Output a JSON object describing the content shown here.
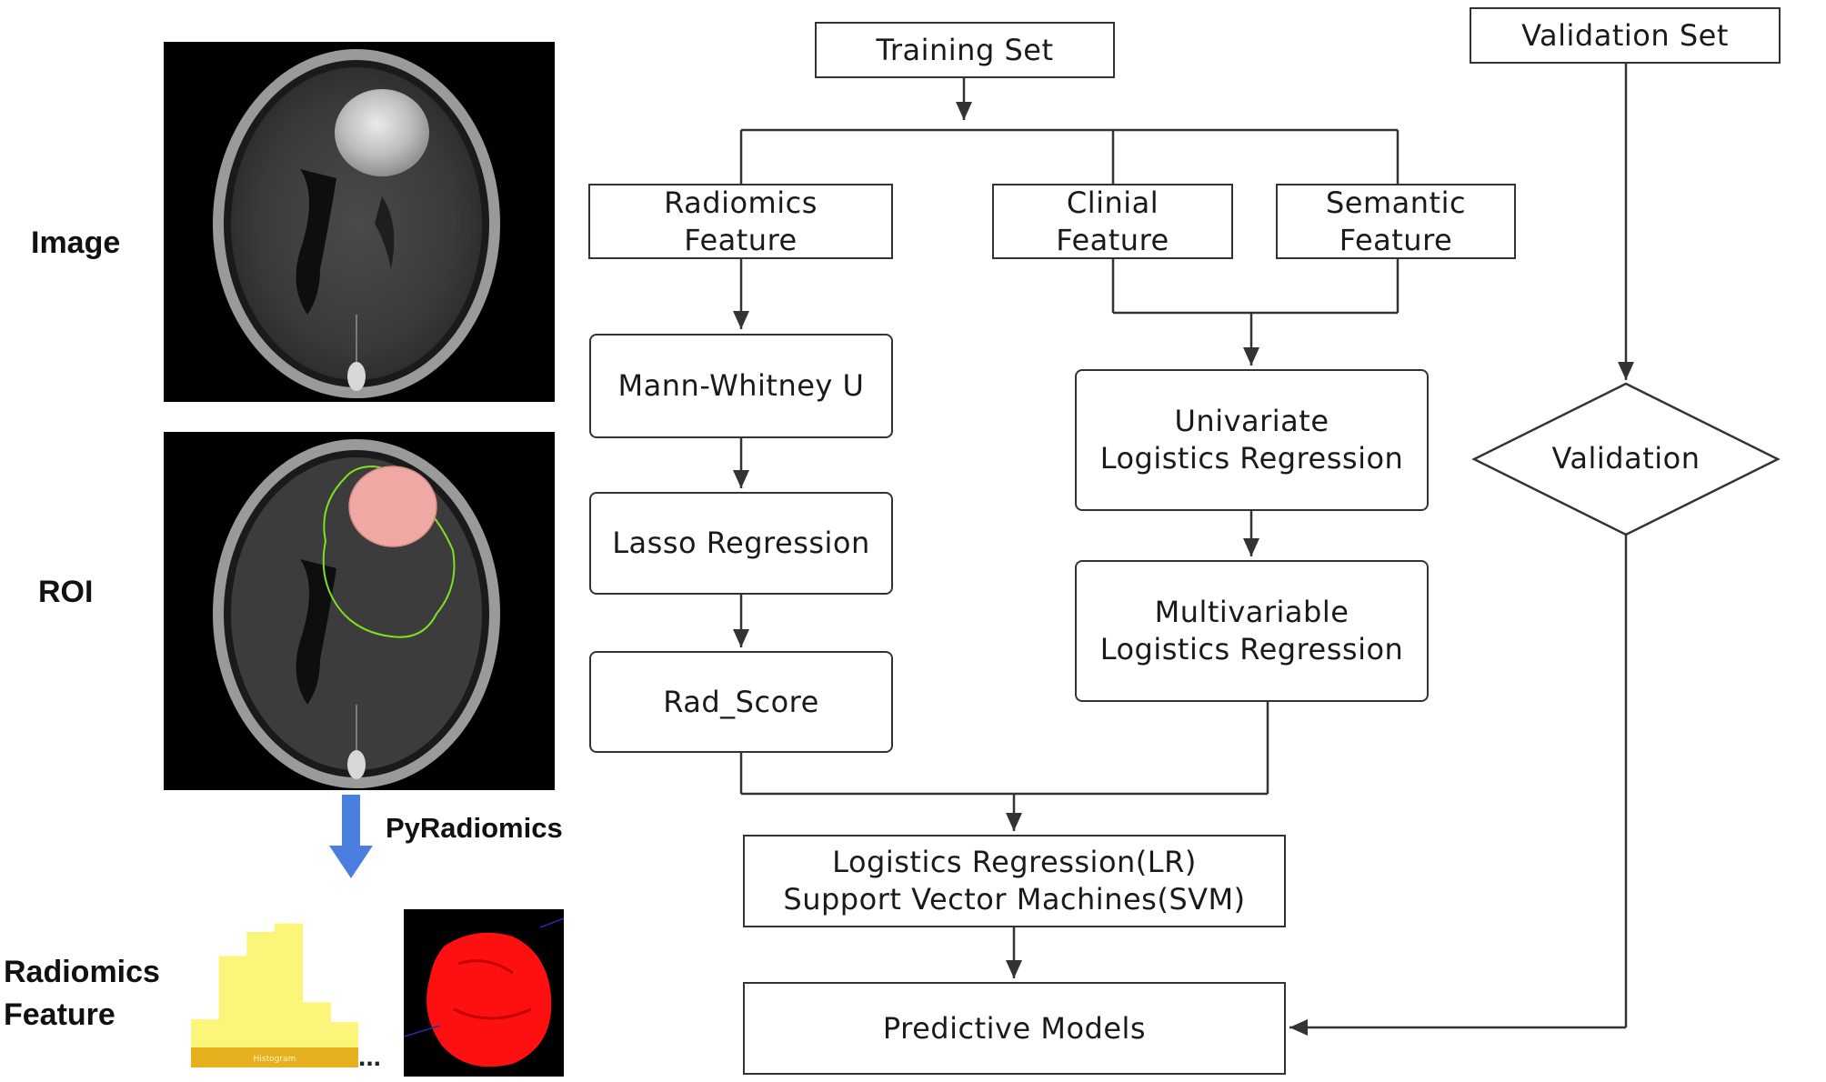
{
  "left_labels": {
    "image": "Image",
    "roi": "ROI",
    "pyradiomics": "PyRadiomics",
    "radiomics_feature_line1": "Radiomics",
    "radiomics_feature_line2": "Feature",
    "histogram_caption": "Histogram",
    "ellipsis": "..."
  },
  "flow": {
    "training_set": "Training Set",
    "validation_set": "Validation Set",
    "radiomics_feature": [
      "Radiomics",
      "Feature"
    ],
    "clinial_feature": [
      "Clinial",
      "Feature"
    ],
    "semantic_feature": [
      "Semantic",
      "Feature"
    ],
    "mann_whitney": "Mann-Whitney U",
    "lasso": "Lasso Regression",
    "rad_score": "Rad_Score",
    "univariate": [
      "Univariate",
      "Logistics Regression"
    ],
    "multivariable": [
      "Multivariable",
      "Logistics Regression"
    ],
    "validation": "Validation",
    "models": [
      "Logistics Regression(LR)",
      "Support Vector Machines(SVM)"
    ],
    "predictive_models": "Predictive Models"
  },
  "histogram_bars": [
    0.2,
    0.65,
    0.82,
    0.88,
    0.32,
    0.18
  ],
  "colors": {
    "histogram_bar": "#fbf57a",
    "histogram_base": "#e6b01e",
    "tumor_3d": "#ff1010",
    "down_arrow": "#4a7fe0",
    "roi_overlay": "#f0a8a4",
    "edema_contour": "#7ee020"
  }
}
